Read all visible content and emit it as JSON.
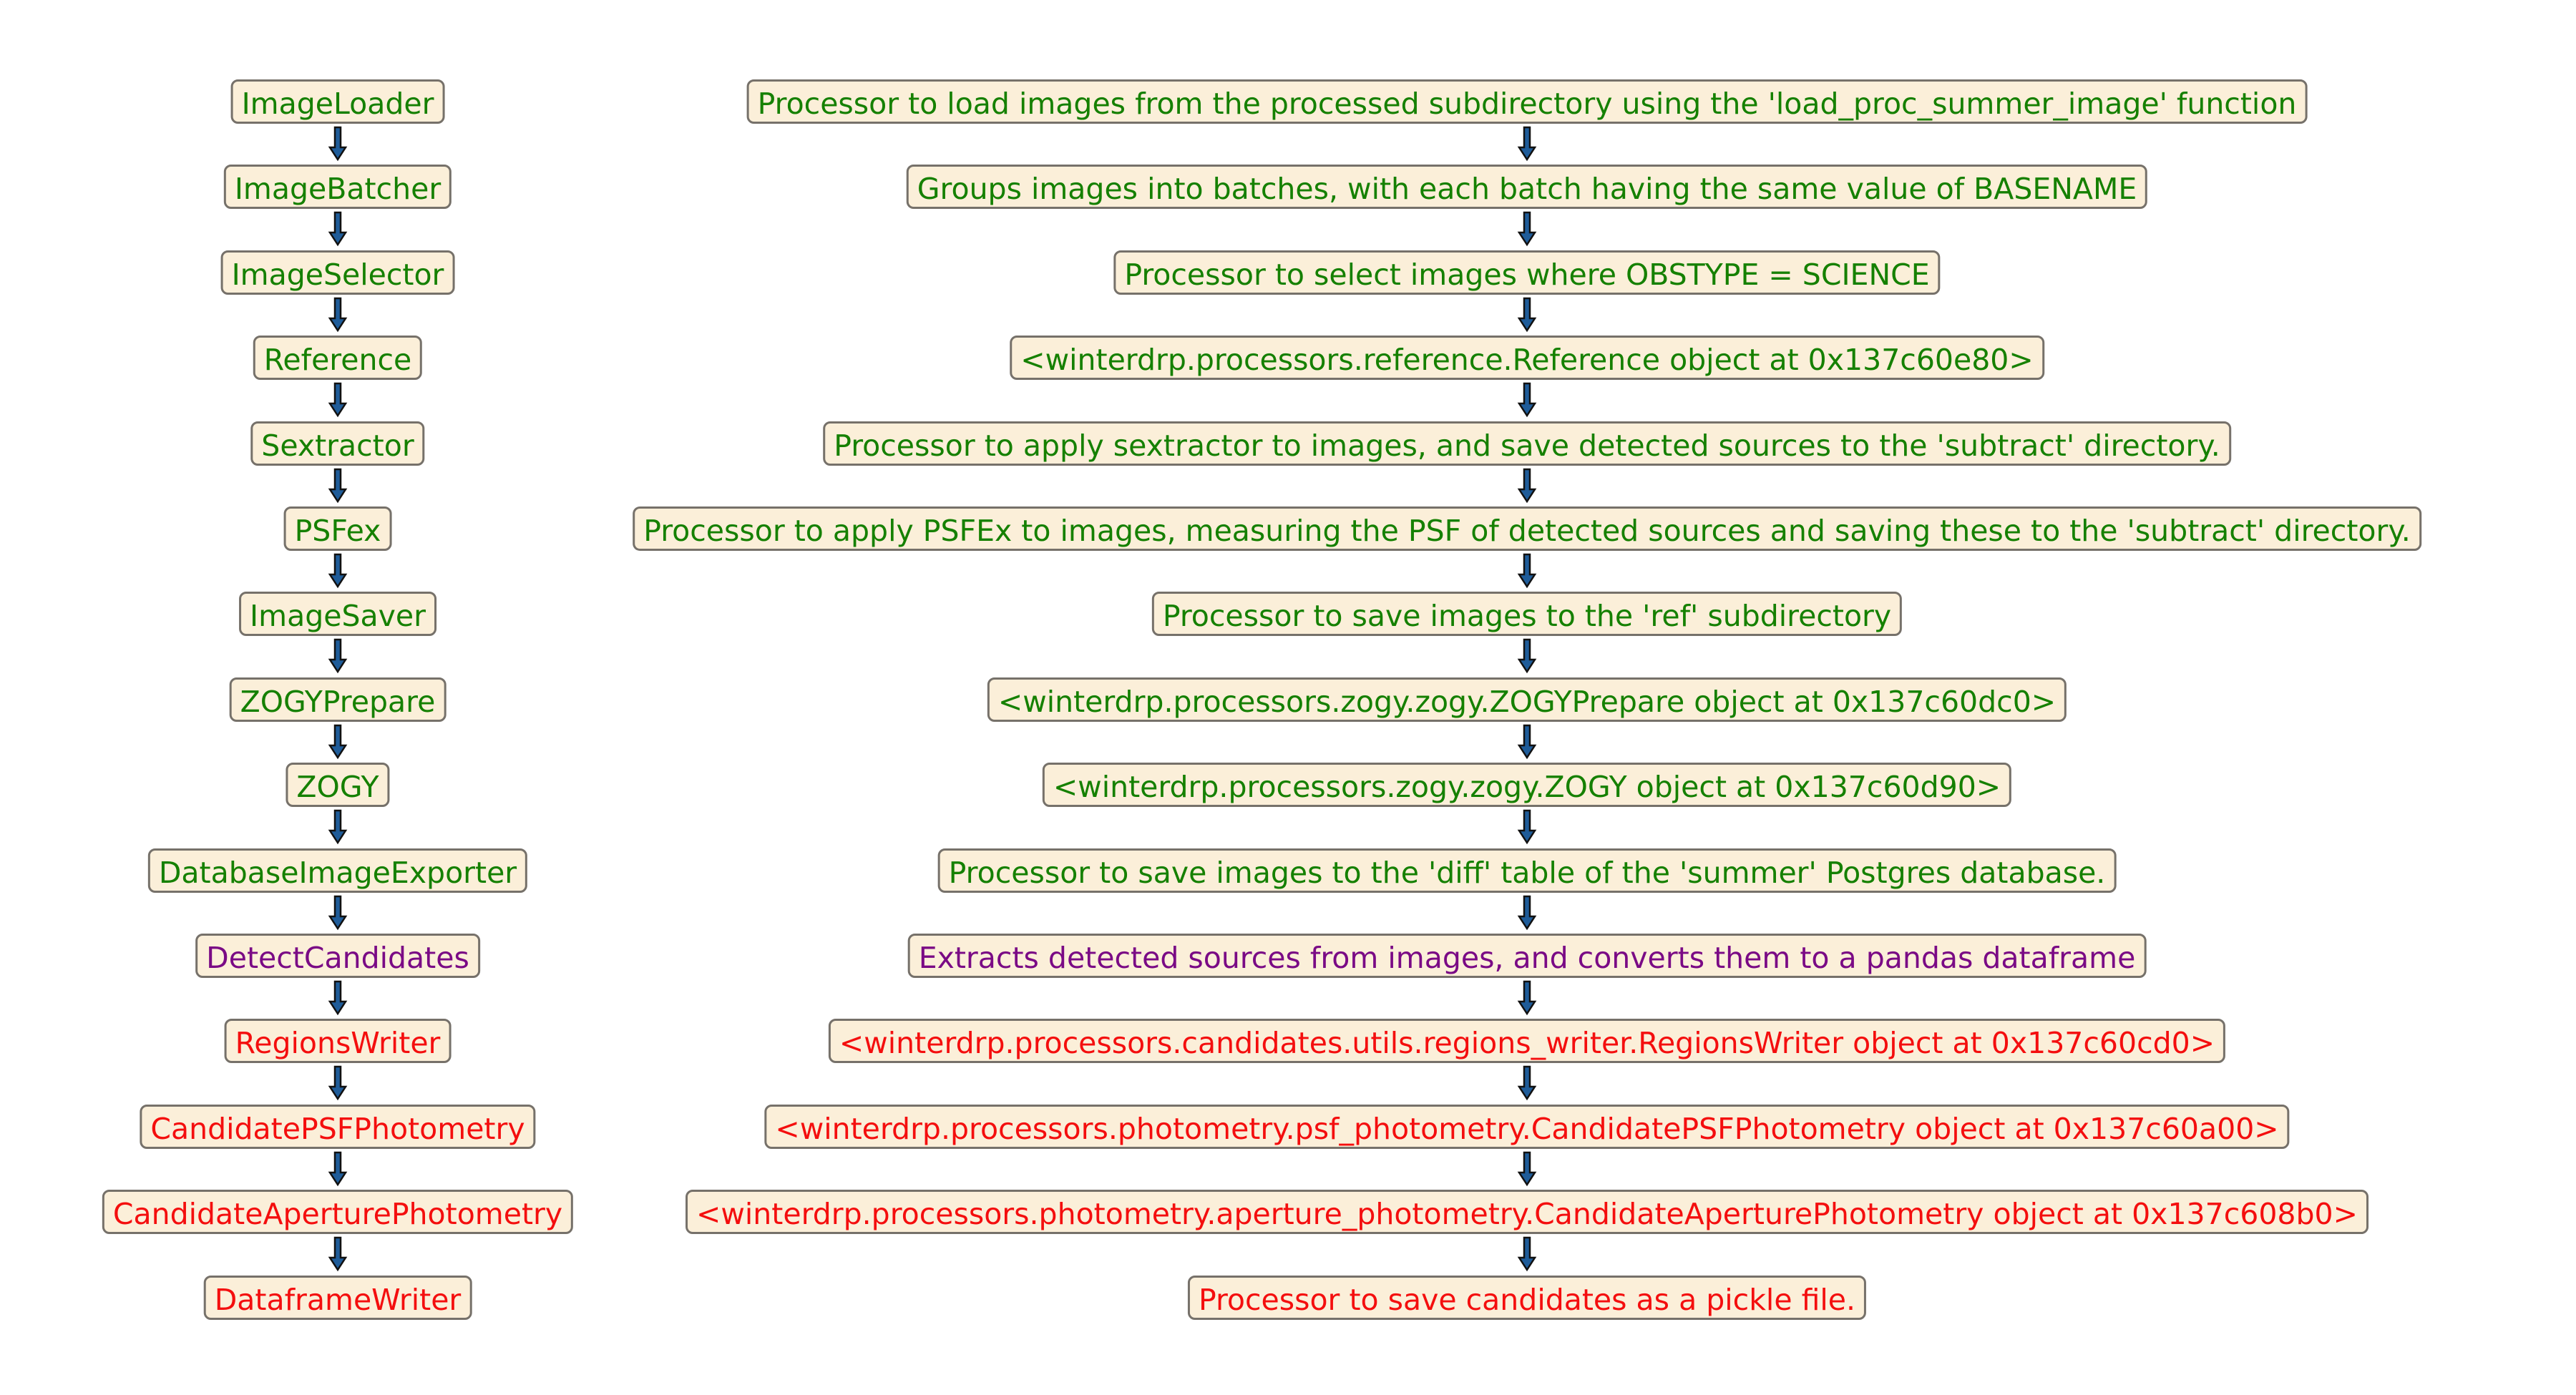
{
  "colors": {
    "green": "#158000",
    "purple": "#7a0a85",
    "red": "#f40e0e",
    "box_fill": "#fbefd9",
    "box_border": "#76716a",
    "arrow_fill": "#1f5c99",
    "arrow_edge": "#111111"
  },
  "steps": [
    {
      "name": "ImageLoader",
      "description": "Processor to load images from the processed subdirectory using the 'load_proc_summer_image' function",
      "color": "green"
    },
    {
      "name": "ImageBatcher",
      "description": "Groups images into batches, with each batch having the same value of BASENAME",
      "color": "green"
    },
    {
      "name": "ImageSelector",
      "description": "Processor to select images where OBSTYPE = SCIENCE",
      "color": "green"
    },
    {
      "name": "Reference",
      "description": "<winterdrp.processors.reference.Reference object at 0x137c60e80>",
      "color": "green"
    },
    {
      "name": "Sextractor",
      "description": "Processor to apply sextractor to images, and save detected sources to the 'subtract' directory.",
      "color": "green"
    },
    {
      "name": "PSFex",
      "description": "Processor to apply PSFEx to images, measuring the PSF of detected sources and saving these to the 'subtract' directory.",
      "color": "green"
    },
    {
      "name": "ImageSaver",
      "description": "Processor to save images to the 'ref' subdirectory",
      "color": "green"
    },
    {
      "name": "ZOGYPrepare",
      "description": "<winterdrp.processors.zogy.zogy.ZOGYPrepare object at 0x137c60dc0>",
      "color": "green"
    },
    {
      "name": "ZOGY",
      "description": "<winterdrp.processors.zogy.zogy.ZOGY object at 0x137c60d90>",
      "color": "green"
    },
    {
      "name": "DatabaseImageExporter",
      "description": "Processor to save images to the 'diff' table of the 'summer' Postgres database.",
      "color": "green"
    },
    {
      "name": "DetectCandidates",
      "description": "Extracts detected sources from images, and converts them to a pandas dataframe",
      "color": "purple"
    },
    {
      "name": "RegionsWriter",
      "description": "<winterdrp.processors.candidates.utils.regions_writer.RegionsWriter object at 0x137c60cd0>",
      "color": "red"
    },
    {
      "name": "CandidatePSFPhotometry",
      "description": "<winterdrp.processors.photometry.psf_photometry.CandidatePSFPhotometry object at 0x137c60a00>",
      "color": "red"
    },
    {
      "name": "CandidateAperturePhotometry",
      "description": "<winterdrp.processors.photometry.aperture_photometry.CandidateAperturePhotometry object at 0x137c608b0>",
      "color": "red"
    },
    {
      "name": "DataframeWriter",
      "description": "Processor to save candidates as a pickle file.",
      "color": "red"
    }
  ]
}
